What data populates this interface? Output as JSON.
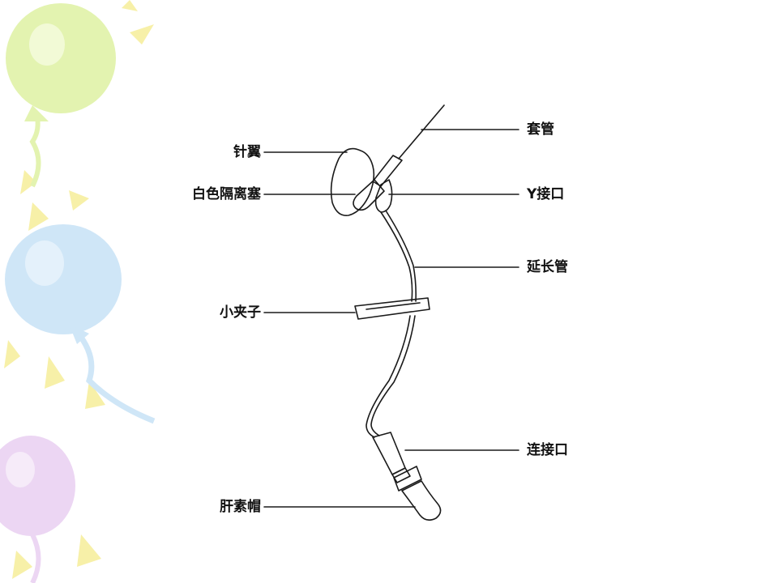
{
  "colors": {
    "line": "#1a1a1a",
    "balloon_green": "#e3f3b0",
    "balloon_blue": "#cfe6f7",
    "balloon_purple": "#ecd6f3",
    "spark_yellow": "#f7f0a8"
  },
  "labels": {
    "tao_guan": "套管",
    "zhen_yi": "针翼",
    "bai_se_ge_li_sai": "白色隔离塞",
    "y_jie_kou": "Y接口",
    "yan_chang_guan": "延长管",
    "xiao_jia_zi": "小夹子",
    "lian_jie_kou": "连接口",
    "gan_su_mao": "肝素帽"
  }
}
